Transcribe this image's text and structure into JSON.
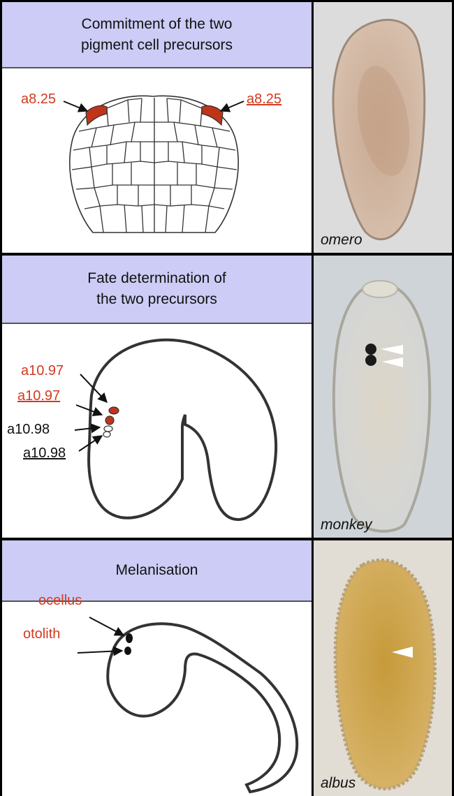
{
  "panels": [
    {
      "title_lines": [
        "Commitment of the two",
        "pigment cell precursors"
      ],
      "labels": [
        "a8.25",
        "a8.25"
      ],
      "strain": "omero"
    },
    {
      "title_lines": [
        "Fate determination of",
        "the two precursors"
      ],
      "labels": [
        "a10.97",
        "a10.97",
        "a10.98",
        "a10.98"
      ],
      "strain": "monkey"
    },
    {
      "title_lines": [
        "Melanisation"
      ],
      "labels": [
        "ocellus",
        "otolith"
      ],
      "strain": "albus"
    }
  ],
  "colors": {
    "header_bg": "#ccccf6",
    "label_red": "#d23a1f",
    "pigment_cell": "#c0341a",
    "pigment_dark": "#111111"
  }
}
